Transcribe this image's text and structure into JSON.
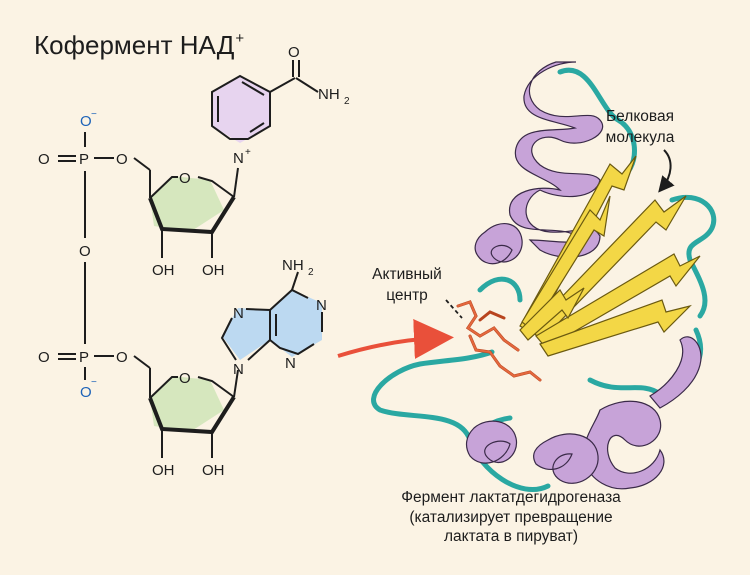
{
  "title": {
    "main": "Кофермент НАД",
    "charge": "+"
  },
  "atoms": {
    "o": "O",
    "o_minus": "O",
    "minus": "−",
    "p": "P",
    "n": "N",
    "n_plus_charge": "+",
    "nh": "NH",
    "sub2": "2",
    "oh": "OH"
  },
  "labels": {
    "protein_line1": "Белковая",
    "protein_line2": "молекула",
    "active_line1": "Активный",
    "active_line2": "центр",
    "enzyme_line1": "Фермент лактатдегидрогеназа",
    "enzyme_line2": "(катализирует превращение",
    "enzyme_line3": "лактата в пируват)"
  },
  "colors": {
    "background": "#fbf3e4",
    "helix": "#c7a3d8",
    "sheet": "#f3d746",
    "loop": "#2aa8a2",
    "ligand": "#e4683e",
    "arrow": "#e9503a",
    "nicotinamide_ring": "#e7d4ef",
    "adenine_ring": "#bcd9f1",
    "ribose_ring": "#d6e7be",
    "phosphate_oxygen": "#1d63b8"
  }
}
